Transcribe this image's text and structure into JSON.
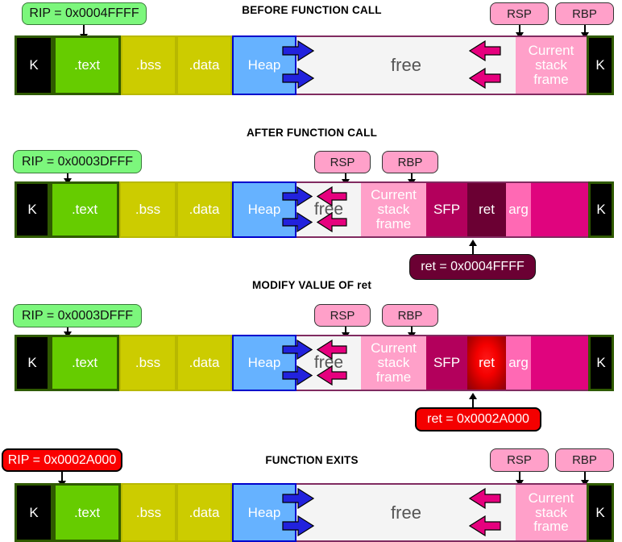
{
  "diagram": {
    "title_font_color": "#000000",
    "colors": {
      "kernel": "#000000",
      "text_seg": "#66cc00",
      "bss_data": "#cccc00",
      "heap": "#66b2ff",
      "free": "#f4f4f4",
      "stack_frame": "#ffa0c9",
      "sfp": "#b3005c",
      "ret": "#6b0033",
      "ret_modified": "#f40000",
      "arg": "#ff69b4",
      "stack_rest": "#e0047e",
      "rip_pill": "#7cf77c",
      "rip_pill_modified": "#fa0000",
      "register_pill": "#ffa0c9",
      "grow_down_arrow": "#2222dd",
      "grow_up_arrow": "#e6007e"
    },
    "segment_labels": {
      "kernel": "K",
      "text": ".text",
      "bss": ".bss",
      "data": ".data",
      "heap": "Heap",
      "free": "free",
      "current_stack_frame": "Current\nstack\nframe",
      "sfp": "SFP",
      "ret": "ret",
      "arg": "arg"
    },
    "registers": {
      "rsp": "RSP",
      "rbp": "RBP"
    },
    "sections": [
      {
        "id": "before-function-call",
        "heading": "BEFORE FUNCTION CALL",
        "rip": "RIP = 0x0004FFFF",
        "rip_state": "normal",
        "ret_callout": null
      },
      {
        "id": "after-function-call",
        "heading": "AFTER FUNCTION CALL",
        "rip": "RIP = 0x0003DFFF",
        "rip_state": "normal",
        "ret_callout": "ret = 0x0004FFFF",
        "ret_callout_state": "normal"
      },
      {
        "id": "modify-value-of-ret",
        "heading": "MODIFY VALUE OF ret",
        "rip": "RIP = 0x0003DFFF",
        "rip_state": "normal",
        "ret_callout": "ret = 0x0002A000",
        "ret_callout_state": "modified"
      },
      {
        "id": "function-exits",
        "heading": "FUNCTION EXITS",
        "rip": "RIP = 0x0002A000",
        "rip_state": "modified",
        "ret_callout": null
      }
    ]
  }
}
